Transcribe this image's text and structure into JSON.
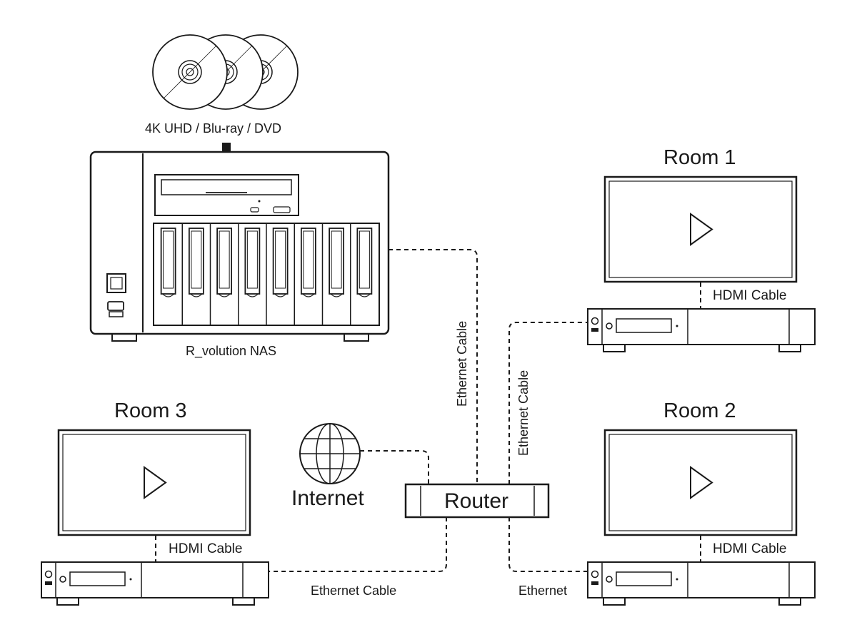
{
  "disc": {
    "caption": "4K UHD / Blu-ray / DVD",
    "icon": "disc-icon"
  },
  "nas": {
    "label": "R_volution NAS",
    "drive_bays": 8
  },
  "internet": {
    "label": "Internet",
    "icon": "globe-icon"
  },
  "router": {
    "label": "Router"
  },
  "rooms": [
    {
      "title": "Room 1",
      "hdmi_label": "HDMI Cable",
      "link_label": "Ethernet Cable"
    },
    {
      "title": "Room 2",
      "hdmi_label": "HDMI Cable",
      "link_label": "Ethernet"
    },
    {
      "title": "Room 3",
      "hdmi_label": "HDMI Cable",
      "link_label": "Ethernet Cable"
    }
  ],
  "nas_link_label": "Ethernet Cable",
  "colors": {
    "stroke": "#1a1a1a",
    "background": "#ffffff"
  }
}
